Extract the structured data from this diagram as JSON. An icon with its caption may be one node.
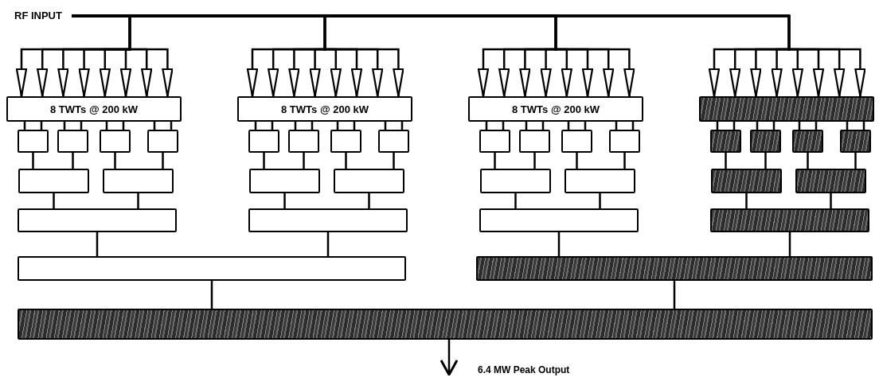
{
  "diagram": {
    "nodes": [
      {
        "text": [
          "RF INPUT"
        ]
      },
      {
        "text": [
          "8 TWTs @ 200 kW"
        ]
      },
      {
        "text": [],
        "shape": "box"
      },
      {
        "text": [],
        "shape": "box"
      },
      {
        "text": [],
        "shape": "box"
      },
      {
        "text": [],
        "shape": "box"
      },
      {
        "text": [],
        "shape": "box"
      },
      {
        "text": [],
        "shape": "box"
      },
      {
        "text": [],
        "shape": "box"
      },
      {
        "text": [
          "8 TWTs @ 200 kW"
        ]
      },
      {
        "text": [],
        "shape": "box"
      },
      {
        "text": [],
        "shape": "box"
      },
      {
        "text": [],
        "shape": "box"
      },
      {
        "text": [],
        "shape": "box"
      },
      {
        "text": [],
        "shape": "box"
      },
      {
        "text": [],
        "shape": "box"
      },
      {
        "text": [],
        "shape": "box"
      },
      {
        "text": [
          "8 TWTs @ 200 kW"
        ]
      },
      {
        "text": [],
        "shape": "box"
      },
      {
        "text": [],
        "shape": "box"
      },
      {
        "text": [],
        "shape": "box"
      },
      {
        "text": [],
        "shape": "box"
      },
      {
        "text": [],
        "shape": "box"
      },
      {
        "text": [],
        "shape": "box"
      },
      {
        "text": [],
        "shape": "box"
      },
      {
        "text": [],
        "shape": "box"
      },
      {
        "text": [],
        "shape": "box"
      },
      {
        "text": [],
        "shape": "box"
      },
      {
        "text": [],
        "shape": "box"
      },
      {
        "text": [],
        "shape": "box"
      },
      {
        "text": [],
        "shape": "box"
      },
      {
        "text": [],
        "shape": "box"
      },
      {
        "text": [],
        "shape": "box"
      },
      {
        "text": [],
        "shape": "box"
      },
      {
        "text": [],
        "shape": "box"
      },
      {
        "text": [],
        "shape": "box"
      }
    ],
    "edges": [
      {
        "from": 0,
        "to": 1,
        "arrow": "to"
      },
      {
        "from": 0,
        "to": 1,
        "arrow": "to"
      },
      {
        "from": 0,
        "to": 1,
        "arrow": "to"
      },
      {
        "from": 0,
        "to": 1,
        "arrow": "to"
      },
      {
        "from": 0,
        "to": 1,
        "arrow": "to"
      },
      {
        "from": 0,
        "to": 1,
        "arrow": "to"
      },
      {
        "from": 0,
        "to": 1,
        "arrow": "to"
      },
      {
        "from": 0,
        "to": 1,
        "arrow": "to"
      },
      {
        "from": 1,
        "to": 2,
        "arrow": "none"
      },
      {
        "from": 1,
        "to": 3,
        "arrow": "none"
      },
      {
        "from": 1,
        "to": 4,
        "arrow": "none"
      },
      {
        "from": 1,
        "to": 5,
        "arrow": "none"
      },
      {
        "from": 2,
        "to": 6,
        "arrow": "none"
      },
      {
        "from": 3,
        "to": 6,
        "arrow": "none"
      },
      {
        "from": 4,
        "to": 7,
        "arrow": "none"
      },
      {
        "from": 5,
        "to": 7,
        "arrow": "none"
      },
      {
        "from": 6,
        "to": 8,
        "arrow": "none"
      },
      {
        "from": 7,
        "to": 8,
        "arrow": "none"
      },
      {
        "from": 8,
        "to": 33,
        "arrow": "none"
      },
      {
        "from": 0,
        "to": 9,
        "arrow": "to"
      },
      {
        "from": 0,
        "to": 9,
        "arrow": "to"
      },
      {
        "from": 0,
        "to": 9,
        "arrow": "to"
      },
      {
        "from": 0,
        "to": 9,
        "arrow": "to"
      },
      {
        "from": 0,
        "to": 9,
        "arrow": "to"
      },
      {
        "from": 0,
        "to": 9,
        "arrow": "to"
      },
      {
        "from": 0,
        "to": 9,
        "arrow": "to"
      },
      {
        "from": 0,
        "to": 9,
        "arrow": "to"
      },
      {
        "from": 9,
        "to": 10,
        "arrow": "none"
      },
      {
        "from": 9,
        "to": 11,
        "arrow": "none"
      },
      {
        "from": 9,
        "to": 12,
        "arrow": "none"
      },
      {
        "from": 9,
        "to": 13,
        "arrow": "none"
      },
      {
        "from": 10,
        "to": 14,
        "arrow": "none"
      },
      {
        "from": 11,
        "to": 14,
        "arrow": "none"
      },
      {
        "from": 12,
        "to": 15,
        "arrow": "none"
      },
      {
        "from": 13,
        "to": 15,
        "arrow": "none"
      },
      {
        "from": 14,
        "to": 16,
        "arrow": "none"
      },
      {
        "from": 15,
        "to": 16,
        "arrow": "none"
      },
      {
        "from": 16,
        "to": 33,
        "arrow": "none"
      },
      {
        "from": 0,
        "to": 17,
        "arrow": "to"
      },
      {
        "from": 0,
        "to": 17,
        "arrow": "to"
      },
      {
        "from": 0,
        "to": 17,
        "arrow": "to"
      },
      {
        "from": 0,
        "to": 17,
        "arrow": "to"
      },
      {
        "from": 0,
        "to": 17,
        "arrow": "to"
      },
      {
        "from": 0,
        "to": 17,
        "arrow": "to"
      },
      {
        "from": 0,
        "to": 17,
        "arrow": "to"
      },
      {
        "from": 0,
        "to": 17,
        "arrow": "to"
      },
      {
        "from": 17,
        "to": 18,
        "arrow": "none"
      },
      {
        "from": 17,
        "to": 19,
        "arrow": "none"
      },
      {
        "from": 17,
        "to": 20,
        "arrow": "none"
      },
      {
        "from": 17,
        "to": 21,
        "arrow": "none"
      },
      {
        "from": 18,
        "to": 22,
        "arrow": "none"
      },
      {
        "from": 19,
        "to": 22,
        "arrow": "none"
      },
      {
        "from": 20,
        "to": 23,
        "arrow": "none"
      },
      {
        "from": 21,
        "to": 23,
        "arrow": "none"
      },
      {
        "from": 22,
        "to": 24,
        "arrow": "none"
      },
      {
        "from": 23,
        "to": 24,
        "arrow": "none"
      },
      {
        "from": 24,
        "to": 34,
        "arrow": "none"
      },
      {
        "from": 0,
        "to": 25,
        "arrow": "to"
      },
      {
        "from": 0,
        "to": 25,
        "arrow": "to"
      },
      {
        "from": 0,
        "to": 25,
        "arrow": "to"
      },
      {
        "from": 0,
        "to": 25,
        "arrow": "to"
      },
      {
        "from": 0,
        "to": 25,
        "arrow": "to"
      },
      {
        "from": 0,
        "to": 25,
        "arrow": "to"
      },
      {
        "from": 0,
        "to": 25,
        "arrow": "to"
      },
      {
        "from": 0,
        "to": 25,
        "arrow": "to"
      },
      {
        "from": 25,
        "to": 26,
        "arrow": "none"
      },
      {
        "from": 25,
        "to": 27,
        "arrow": "none"
      },
      {
        "from": 25,
        "to": 28,
        "arrow": "none"
      },
      {
        "from": 25,
        "to": 29,
        "arrow": "none"
      },
      {
        "from": 26,
        "to": 30,
        "arrow": "none"
      },
      {
        "from": 27,
        "to": 30,
        "arrow": "none"
      },
      {
        "from": 28,
        "to": 31,
        "arrow": "none"
      },
      {
        "from": 29,
        "to": 31,
        "arrow": "none"
      },
      {
        "from": 30,
        "to": 32,
        "arrow": "none"
      },
      {
        "from": 31,
        "to": 32,
        "arrow": "none"
      },
      {
        "from": 32,
        "to": 34,
        "arrow": "none"
      },
      {
        "from": 33,
        "to": 35,
        "arrow": "none"
      },
      {
        "from": 34,
        "to": 35,
        "arrow": "none"
      },
      {
        "from": 35,
        "to": null,
        "arrow": "to"
      }
    ],
    "labels": [
      "6.4 MW Peak Output"
    ]
  }
}
